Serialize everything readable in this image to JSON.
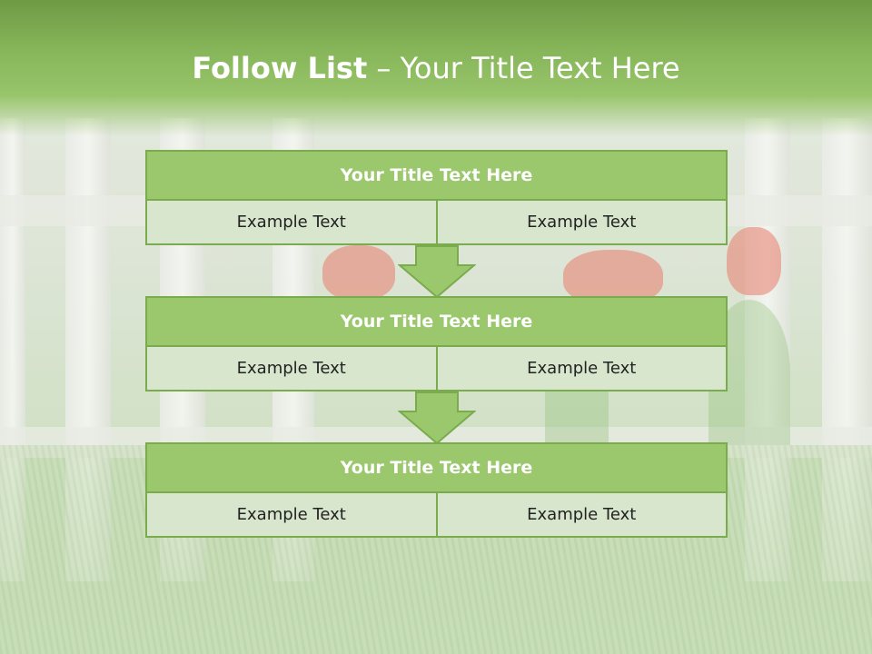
{
  "slide": {
    "title_bold": "Follow List",
    "title_rest": " – Your Title Text Here"
  },
  "blocks": [
    {
      "title": "Your Title Text Here",
      "cells": [
        "Example Text",
        "Example Text"
      ]
    },
    {
      "title": "Your Title Text Here",
      "cells": [
        "Example Text",
        "Example Text"
      ]
    },
    {
      "title": "Your Title Text Here",
      "cells": [
        "Example Text",
        "Example Text"
      ]
    }
  ],
  "colors": {
    "header": "#86b458",
    "block_title": "#9bc86c",
    "cell": "#d7e6cc",
    "border": "#7aab4d",
    "arrow": "#9bc86c"
  }
}
